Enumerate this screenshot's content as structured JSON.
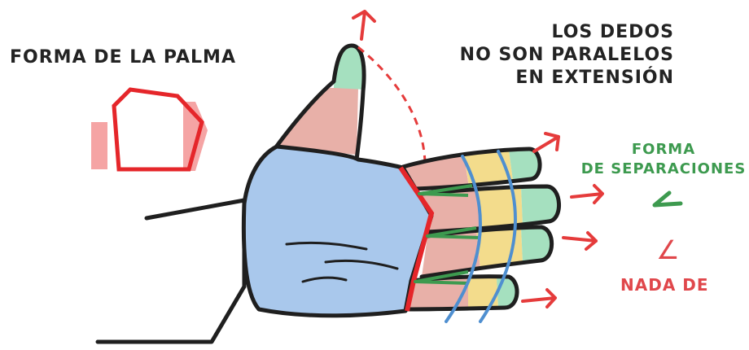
{
  "labels": {
    "palm_shape": "FORMA DE LA PALMA",
    "fingers_line1": "LOS DEDOS",
    "fingers_line2": "NO SON PARALELOS",
    "fingers_line3": "EN EXTENSIÓN",
    "separations_line1": "FORMA",
    "separations_line2": "DE SEPARACIONES",
    "wrong_symbol": "∠",
    "nada_de": "NADA DE"
  },
  "colors": {
    "outline": "#1f1f1f",
    "palm_fill": "#a9c8ec",
    "finger_base_fill": "#e8b0a8",
    "finger_middle_fill": "#f3dc8c",
    "finger_tip_fill": "#a5e0bf",
    "palm_edge": "#e5262a",
    "arrows": "#e53b3b",
    "knuckle_arcs": "#4f8fd0",
    "separation_green": "#3d9a4f",
    "nada_red": "#e0474b"
  }
}
